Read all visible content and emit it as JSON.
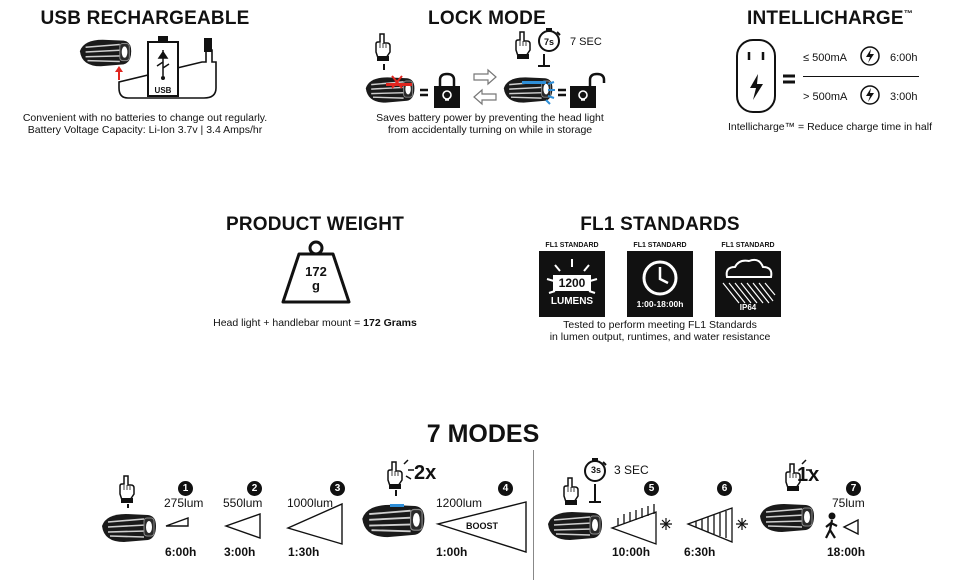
{
  "usb": {
    "title": "USB RECHARGEABLE",
    "usb_label": "USB",
    "caption_line1": "Convenient with no batteries to change out regularly.",
    "caption_line2": "Battery Voltage Capacity: Li-Ion 3.7v | 3.4 Amps/hr"
  },
  "lock": {
    "title": "LOCK MODE",
    "timer_value": "7s",
    "timer_text": "7 SEC",
    "caption_line1": "Saves battery power by preventing the head light",
    "caption_line2": "from accidentally turning on while in storage"
  },
  "intellicharge": {
    "title": "INTELLICHARGE",
    "tm": "™",
    "row1_condition": "≤ 500mA",
    "row1_time": "6:00h",
    "row2_condition": "> 500mA",
    "row2_time": "3:00h",
    "caption": "Intellicharge™ = Reduce charge time in half"
  },
  "weight": {
    "title": "PRODUCT WEIGHT",
    "value": "172",
    "unit": "g",
    "caption_prefix": "Head light + handlebar mount = ",
    "caption_value": "172 Grams"
  },
  "fl1": {
    "title": "FL1 STANDARDS",
    "badges": [
      {
        "label": "FL1 STANDARD",
        "value": "1200",
        "sub": "LUMENS"
      },
      {
        "label": "FL1 STANDARD",
        "sub": "1:00-18:00h"
      },
      {
        "label": "FL1 STANDARD",
        "sub": "IP64"
      }
    ],
    "caption_line1": "Tested to perform meeting FL1 Standards",
    "caption_line2": "in lumen output, runtimes, and water resistance"
  },
  "modes": {
    "title": "7 MODES",
    "press_2x": "2x",
    "press_1x": "1x",
    "timer_value": "3s",
    "timer_text": "3 SEC",
    "boost_label": "BOOST",
    "items": [
      {
        "num": "1",
        "lum": "275lum",
        "time": "6:00h"
      },
      {
        "num": "2",
        "lum": "550lum",
        "time": "3:00h"
      },
      {
        "num": "3",
        "lum": "1000lum",
        "time": "1:30h"
      },
      {
        "num": "4",
        "lum": "1200lum",
        "time": "1:00h"
      },
      {
        "num": "5",
        "lum": "",
        "time": "10:00h"
      },
      {
        "num": "6",
        "lum": "",
        "time": "6:30h"
      },
      {
        "num": "7",
        "lum": "75lum",
        "time": "18:00h"
      }
    ]
  },
  "colors": {
    "ink": "#111111",
    "lock_red": "#e0261f",
    "light_blue": "#2f8fd8"
  }
}
